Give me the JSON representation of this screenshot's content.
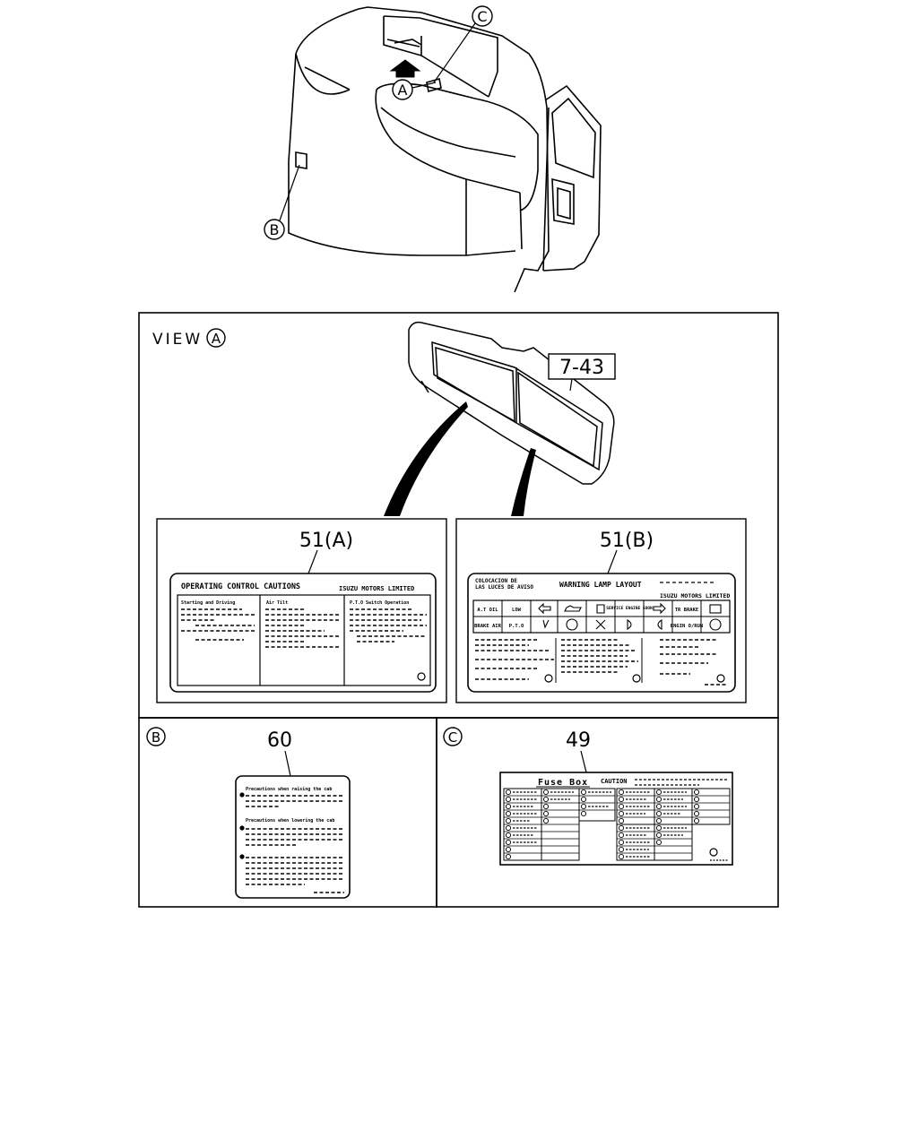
{
  "callouts": {
    "a": "A",
    "b": "B",
    "c": "C"
  },
  "view_a": {
    "title": "VIEW",
    "part_ref": "7-43",
    "label_51a": {
      "part": "51(A)",
      "title": "OPERATING CONTROL CAUTIONS",
      "maker": "ISUZU MOTORS LIMITED",
      "col1": "Starting and Driving",
      "col2": "Air Tilt",
      "col3": "P.T.O Switch Operation"
    },
    "label_51b": {
      "part": "51(B)",
      "spanish_1": "COLOCACION DE",
      "spanish_2": "LAS LUCES DE AVISO",
      "title": "WARNING LAMP LAYOUT",
      "maker": "ISUZU MOTORS LIMITED",
      "cells_row1": [
        "A.T OIL",
        "LOW",
        "",
        "",
        "",
        "SERVICE ENGINE SOON",
        "",
        "TR BRAKE",
        ""
      ],
      "cells_row2": [
        "BRAKE AIR",
        "P.T.O",
        "",
        "",
        "",
        "",
        "",
        "ENGIN O/RUN",
        ""
      ]
    }
  },
  "view_b": {
    "part": "60",
    "line1": "Precautions when raising the cab",
    "line2": "Precautions when lowering the cab"
  },
  "view_c": {
    "part": "49",
    "title": "Fuse Box",
    "caution": "CAUTION"
  }
}
